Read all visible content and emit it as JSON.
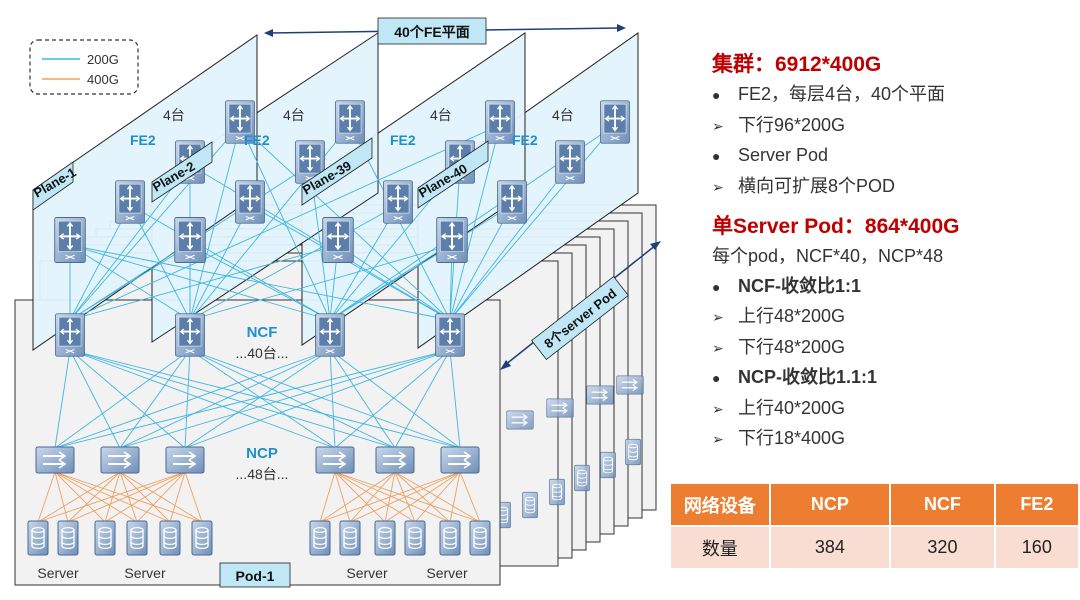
{
  "legend": {
    "items": [
      {
        "label": "200G",
        "color": "#3fb6e0"
      },
      {
        "label": "400G",
        "color": "#f0a060"
      }
    ]
  },
  "fe_planes_label": "40个FE平面",
  "planes": [
    {
      "name": "Plane-1",
      "count": "4台",
      "fe_label": "FE2"
    },
    {
      "name": "Plane-2",
      "count": "4台",
      "fe_label": "FE2"
    },
    {
      "name": "Plane-39",
      "count": "4台",
      "fe_label": "FE2"
    },
    {
      "name": "Plane-40",
      "count": "4台",
      "fe_label": "FE2"
    }
  ],
  "pod": {
    "ncf_label": "NCF",
    "ncf_count": "...40台...",
    "ncp_label": "NCP",
    "ncp_count": "...48台...",
    "server_labels": [
      "Server",
      "Server",
      "Server",
      "Server"
    ],
    "pod_label": "Pod-1",
    "pods_label": "8个server Pod"
  },
  "colors": {
    "line_200g": "#3fb6e0",
    "line_400g": "#f0a060",
    "accent_red": "#c00000",
    "table_header": "#ed7d31",
    "table_body": "#f9ddd2"
  },
  "info": {
    "cluster_title": "集群：6912*400G",
    "cluster_items": [
      {
        "marker": "●",
        "text": "FE2，每层4台，40个平面"
      },
      {
        "marker": "➢",
        "text": "下行96*200G"
      },
      {
        "marker": "●",
        "text": "Server Pod"
      },
      {
        "marker": "➢",
        "text": "横向可扩展8个POD"
      }
    ],
    "pod_title": "单Server Pod：864*400G",
    "pod_line": "每个pod，NCF*40，NCP*48",
    "ncf_items": [
      {
        "marker": "●",
        "text": "NCF-收敛比1:1"
      },
      {
        "marker": "➢",
        "text": "上行48*200G"
      },
      {
        "marker": "➢",
        "text": "下行48*200G"
      }
    ],
    "ncp_items": [
      {
        "marker": "●",
        "text": "NCP-收敛比1.1:1"
      },
      {
        "marker": "➢",
        "text": "上行40*200G"
      },
      {
        "marker": "➢",
        "text": "下行18*400G"
      }
    ]
  },
  "table": {
    "headers": [
      "网络设备",
      "NCP",
      "NCF",
      "FE2"
    ],
    "row_label": "数量",
    "values": [
      "384",
      "320",
      "160"
    ]
  }
}
